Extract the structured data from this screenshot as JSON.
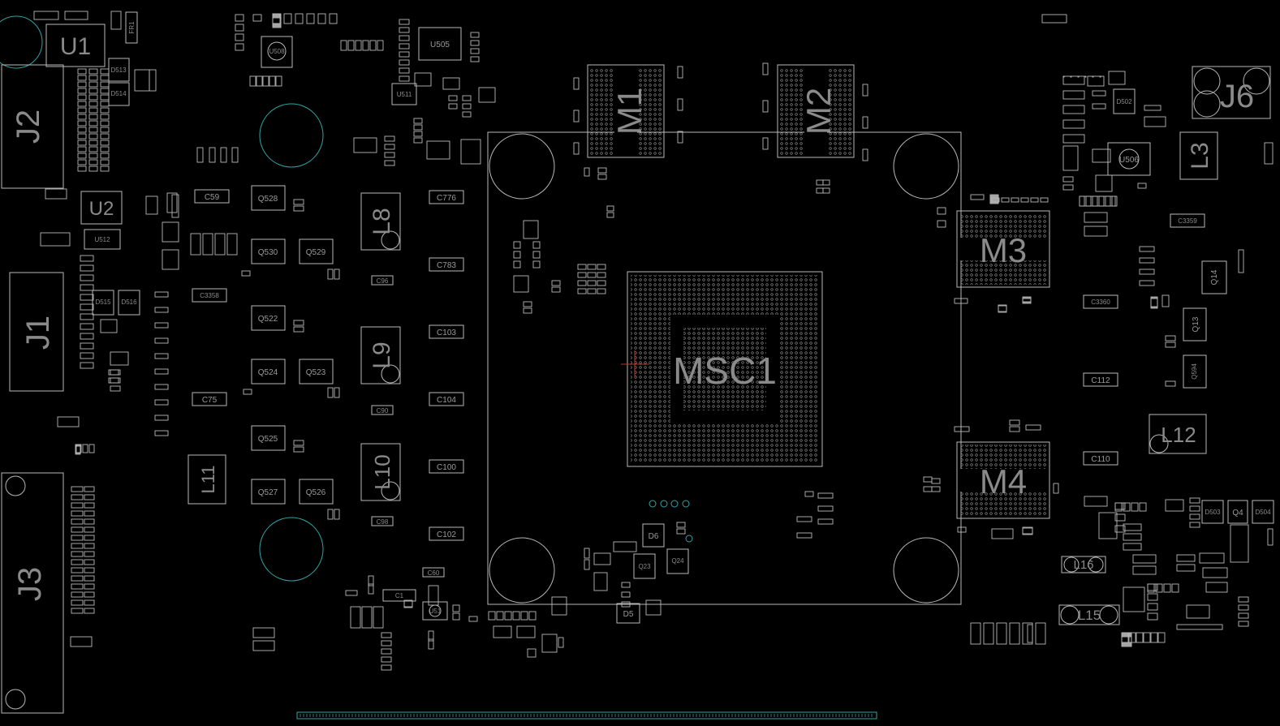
{
  "board": {
    "colors": {
      "background": "#000000",
      "outline": "#b8b8b8",
      "label": "#8a8a8a",
      "via": "#2fa3a3",
      "marker": "#c03030"
    },
    "designators": {
      "U1": "U1",
      "U2": "U2",
      "J1": "J1",
      "J2": "J2",
      "J3": "J3",
      "J6": "J6",
      "M1": "M1",
      "M2": "M2",
      "M3": "M3",
      "M4": "M4",
      "MSC1": "MSC1",
      "L3": "L3",
      "L8": "L8",
      "L9": "L9",
      "L10": "L10",
      "L11": "L11",
      "L12": "L12",
      "L15": "L15",
      "L16": "L16",
      "U505": "U505",
      "U508": "U508",
      "U506": "U506",
      "U512": "U512",
      "U511": "U511",
      "Q528": "Q528",
      "Q530": "Q530",
      "Q529": "Q529",
      "Q522": "Q522",
      "Q524": "Q524",
      "Q523": "Q523",
      "Q525": "Q525",
      "Q527": "Q527",
      "Q526": "Q526",
      "Q14": "Q14",
      "Q13": "Q13",
      "Q594": "Q594",
      "Q24": "Q24",
      "Q23": "Q23",
      "Q4": "Q4",
      "D513": "D513",
      "D514": "D514",
      "D515": "D515",
      "D516": "D516",
      "D502": "D502",
      "D503": "D503",
      "D504": "D504",
      "D5": "D5",
      "D6": "D6",
      "C59": "C59",
      "C75": "C75",
      "C776": "C776",
      "C783": "C783",
      "C103": "C103",
      "C104": "C104",
      "C100": "C100",
      "C102": "C102",
      "C112": "C112",
      "C110": "C110",
      "C3358": "C3358",
      "C3359": "C3359",
      "C3360": "C3360",
      "C96": "C96",
      "C90": "C90",
      "C98": "C98",
      "C60": "C60",
      "C1": "C1",
      "FR1": "FR1",
      "U51": "U51"
    }
  }
}
